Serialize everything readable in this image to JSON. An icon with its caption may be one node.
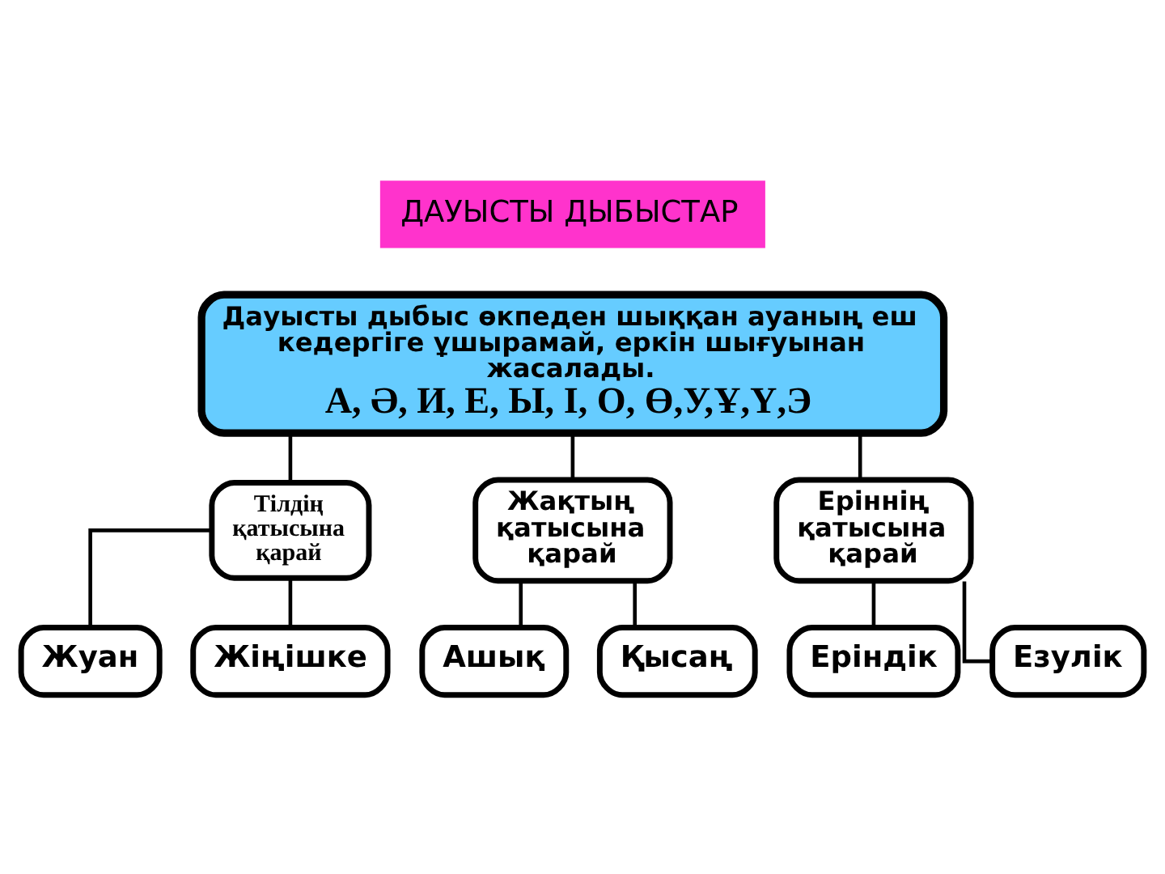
{
  "diagram": {
    "nodes": [
      {
        "text": [
          "ДАУЫСТЫ ДЫБЫСТАР"
        ]
      },
      {
        "text": [
          "Дауысты дыбыс өкпеден шыққан ауаның еш кедергіге ұшырамай, еркін шығуынан жасалады.",
          "А, Ә, И, Е, Ы, І, О, Ө,У,Ұ,Ү,Э"
        ]
      },
      {
        "text": [
          "Тілдің қатысына қарай"
        ]
      },
      {
        "text": [
          "Жақтың қатысына қарай"
        ]
      },
      {
        "text": [
          "Еріннің қатысына қарай"
        ]
      },
      {
        "text": [
          "Жуан"
        ]
      },
      {
        "text": [
          "Жіңішке"
        ]
      },
      {
        "text": [
          "Ашық"
        ]
      },
      {
        "text": [
          "Қысаң"
        ]
      },
      {
        "text": [
          "Еріндік"
        ]
      },
      {
        "text": [
          "Езулік"
        ]
      }
    ],
    "edges": [
      {
        "from": 1,
        "to": 2,
        "arrow": "none"
      },
      {
        "from": 1,
        "to": 3,
        "arrow": "none"
      },
      {
        "from": 1,
        "to": 4,
        "arrow": "none"
      },
      {
        "from": 2,
        "to": 5,
        "arrow": "none"
      },
      {
        "from": 2,
        "to": 6,
        "arrow": "none"
      },
      {
        "from": 3,
        "to": 7,
        "arrow": "none"
      },
      {
        "from": 3,
        "to": 8,
        "arrow": "none"
      },
      {
        "from": 4,
        "to": 9,
        "arrow": "none"
      },
      {
        "from": 4,
        "to": 10,
        "arrow": "none"
      }
    ]
  }
}
